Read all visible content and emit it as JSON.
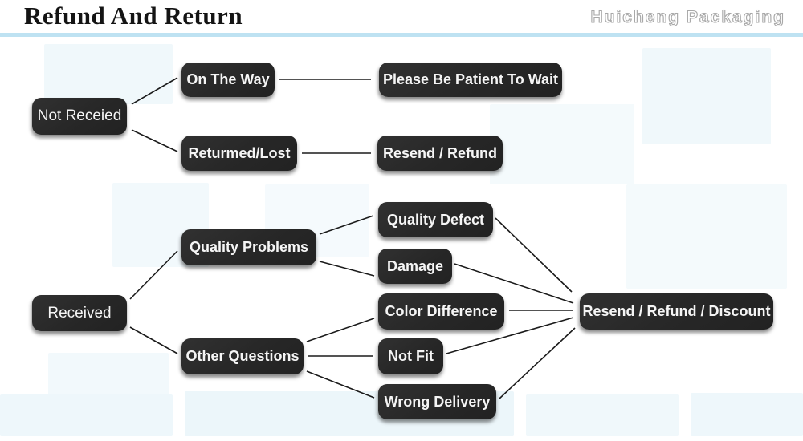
{
  "header": {
    "title": "Refund And Return",
    "brand": "Huicheng Packaging"
  },
  "colors": {
    "header_rule": "#bee2f2",
    "node_background": "#2b2b2b",
    "node_text": "#f5f5f5",
    "connector": "#1b1b1b",
    "page_background": "#ffffff"
  },
  "flowchart": {
    "nodes": [
      {
        "id": "not-received",
        "label": "Not Receied"
      },
      {
        "id": "on-the-way",
        "label": "On The Way"
      },
      {
        "id": "please-wait",
        "label": "Please Be Patient To Wait"
      },
      {
        "id": "returned-lost",
        "label": "Returmed/Lost"
      },
      {
        "id": "resend-refund",
        "label": "Resend / Refund"
      },
      {
        "id": "quality-problems",
        "label": "Quality Problems"
      },
      {
        "id": "quality-defect",
        "label": "Quality Defect"
      },
      {
        "id": "damage",
        "label": "Damage"
      },
      {
        "id": "received",
        "label": "Received"
      },
      {
        "id": "other-questions",
        "label": "Other Questions"
      },
      {
        "id": "color-difference",
        "label": "Color Difference"
      },
      {
        "id": "not-fit",
        "label": "Not Fit"
      },
      {
        "id": "wrong-delivery",
        "label": "Wrong Delivery"
      },
      {
        "id": "resend-refund-discount",
        "label": "Resend / Refund / Discount"
      }
    ],
    "edges": [
      {
        "from": "not-received",
        "to": "on-the-way"
      },
      {
        "from": "not-received",
        "to": "returned-lost"
      },
      {
        "from": "on-the-way",
        "to": "please-wait"
      },
      {
        "from": "returned-lost",
        "to": "resend-refund"
      },
      {
        "from": "received",
        "to": "quality-problems"
      },
      {
        "from": "received",
        "to": "other-questions"
      },
      {
        "from": "quality-problems",
        "to": "quality-defect"
      },
      {
        "from": "quality-problems",
        "to": "damage"
      },
      {
        "from": "other-questions",
        "to": "color-difference"
      },
      {
        "from": "other-questions",
        "to": "not-fit"
      },
      {
        "from": "other-questions",
        "to": "wrong-delivery"
      },
      {
        "from": "quality-defect",
        "to": "resend-refund-discount"
      },
      {
        "from": "damage",
        "to": "resend-refund-discount"
      },
      {
        "from": "color-difference",
        "to": "resend-refund-discount"
      },
      {
        "from": "not-fit",
        "to": "resend-refund-discount"
      },
      {
        "from": "wrong-delivery",
        "to": "resend-refund-discount"
      }
    ]
  }
}
